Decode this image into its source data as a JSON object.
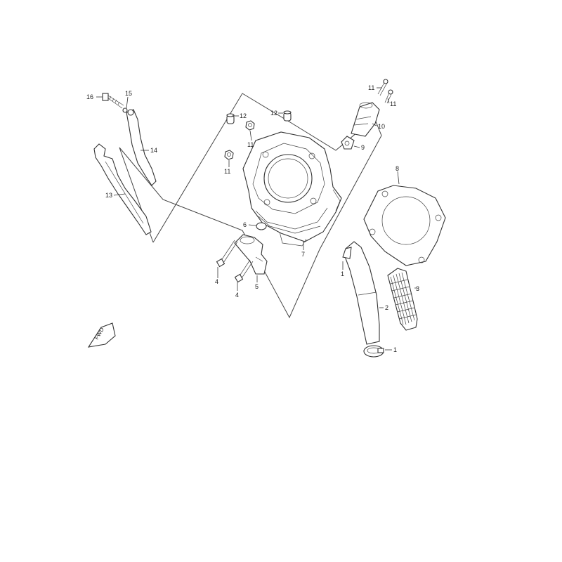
{
  "diagram": {
    "callouts": [
      {
        "id": "c1a",
        "label": "1"
      },
      {
        "id": "c1b",
        "label": "1"
      },
      {
        "id": "c2",
        "label": "2"
      },
      {
        "id": "c3",
        "label": "3"
      },
      {
        "id": "c4a",
        "label": "4"
      },
      {
        "id": "c4b",
        "label": "4"
      },
      {
        "id": "c5",
        "label": "5"
      },
      {
        "id": "c6",
        "label": "6"
      },
      {
        "id": "c7",
        "label": "7"
      },
      {
        "id": "c8",
        "label": "8"
      },
      {
        "id": "c9",
        "label": "9"
      },
      {
        "id": "c10",
        "label": "10"
      },
      {
        "id": "c11a",
        "label": "11"
      },
      {
        "id": "c11b",
        "label": "11"
      },
      {
        "id": "c11c",
        "label": "11"
      },
      {
        "id": "c11d",
        "label": "11"
      },
      {
        "id": "c12a",
        "label": "12"
      },
      {
        "id": "c12b",
        "label": "12"
      },
      {
        "id": "c13",
        "label": "13"
      },
      {
        "id": "c14",
        "label": "14"
      },
      {
        "id": "c15",
        "label": "15"
      },
      {
        "id": "c16",
        "label": "16"
      }
    ],
    "fwd_label": "FWD"
  }
}
